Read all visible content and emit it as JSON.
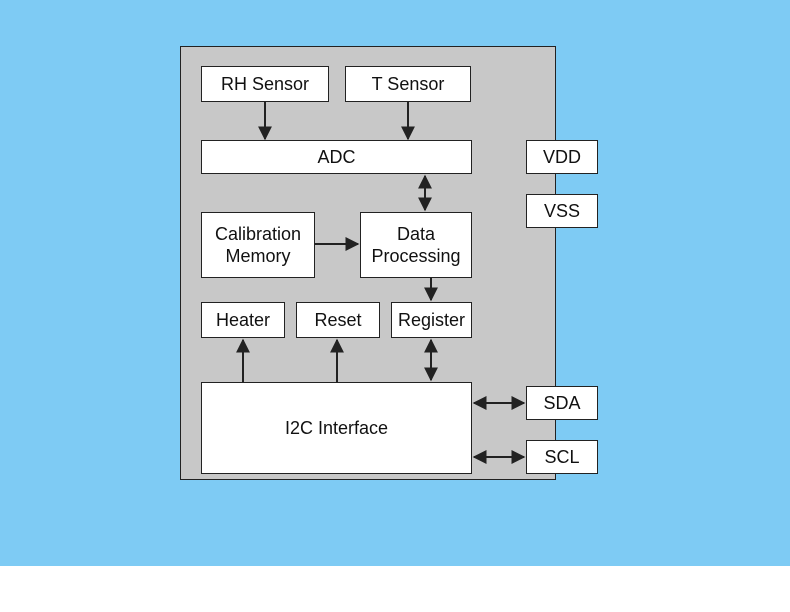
{
  "blocks": {
    "rh_sensor": "RH Sensor",
    "t_sensor": "T Sensor",
    "adc": "ADC",
    "calibration_memory_line1": "Calibration",
    "calibration_memory_line2": "Memory",
    "data_processing_line1": "Data",
    "data_processing_line2": "Processing",
    "heater": "Heater",
    "reset": "Reset",
    "register": "Register",
    "i2c_interface": "I2C Interface"
  },
  "pins": {
    "vdd": "VDD",
    "vss": "VSS",
    "sda": "SDA",
    "scl": "SCL"
  },
  "colors": {
    "background": "#7ecbf4",
    "chip_body": "#c8c8c8",
    "block_fill": "#ffffff",
    "line": "#222222"
  }
}
